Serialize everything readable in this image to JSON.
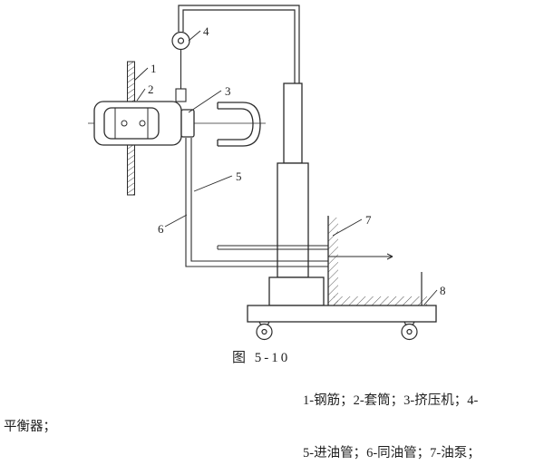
{
  "ink": "#2b2b2b",
  "figure": {
    "caption": "图 5-10",
    "part_labels": {
      "p1": "1",
      "p2": "2",
      "p3": "3",
      "p4": "4",
      "p5": "5",
      "p6": "6",
      "p7": "7",
      "p8": "8"
    }
  },
  "legend": {
    "line1": "1-钢筋；2-套筒；3-挤压机；4-",
    "line2": "平衡器；",
    "line3": "5-进油管；6-同油管；7-油泵；"
  }
}
